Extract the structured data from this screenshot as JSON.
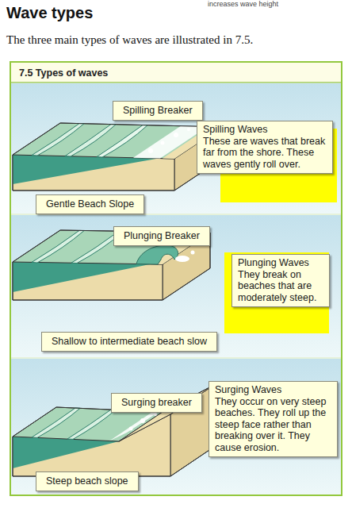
{
  "diagram": {
    "title": "Wave types",
    "nodes": [
      {
        "text": [
          "7.5 Types of waves"
        ]
      },
      {
        "text": [
          "Spilling Breaker"
        ],
        "in": 0
      },
      {
        "text": [
          "Spilling Waves",
          "These are waves that break far from the shore. These waves gently roll over."
        ],
        "in": 0
      },
      {
        "text": [
          "Gentle Beach Slope"
        ],
        "in": 0
      },
      {
        "text": [
          "Plunging Breaker"
        ],
        "in": 0
      },
      {
        "text": [
          "Plunging Waves",
          "They break on beaches that are moderately steep."
        ],
        "in": 0
      },
      {
        "text": [
          "Shallow to intermediate beach slow"
        ],
        "in": 0
      },
      {
        "text": [
          "Surging breaker"
        ],
        "in": 0
      },
      {
        "text": [
          "Surging Waves",
          "They occur on very steep beaches. They roll up the steep face rather than breaking over it. They cause erosion."
        ],
        "in": 0
      },
      {
        "text": [
          "Steep beach slope"
        ],
        "in": 0
      }
    ],
    "labels": [
      "increases wave height",
      "The three main types of waves are illustrated in 7.5."
    ]
  }
}
